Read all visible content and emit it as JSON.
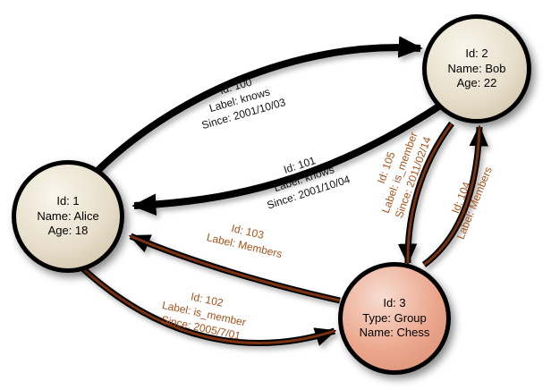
{
  "diagram": {
    "type": "property-graph",
    "background": "#ffffff",
    "colors": {
      "node_fill_tan": "#e7decb",
      "node_fill_pink": "#eba78d",
      "node_border": "#000000",
      "edge_knows": "#000000",
      "edge_member": "#7c3210",
      "label_knows": "#111111",
      "label_member": "#a8521a"
    }
  },
  "nodes": {
    "alice": {
      "lines": [
        "Id: 1",
        "Name: Alice",
        "Age: 18"
      ]
    },
    "bob": {
      "lines": [
        "Id: 2",
        "Name: Bob",
        "Age: 22"
      ]
    },
    "group": {
      "lines": [
        "Id: 3",
        "Type: Group",
        "Name: Chess"
      ]
    }
  },
  "edges": {
    "e100": {
      "from": "alice",
      "to": "bob",
      "lines": [
        "Id: 100",
        "Label: knows",
        "Since: 2001/10/03"
      ]
    },
    "e101": {
      "from": "bob",
      "to": "alice",
      "lines": [
        "Id: 101",
        "Label: knows",
        "Since: 2001/10/04"
      ]
    },
    "e102": {
      "from": "alice",
      "to": "group",
      "lines": [
        "Id: 102",
        "Label: is_member",
        "Since: 2005/7/01"
      ]
    },
    "e103": {
      "from": "group",
      "to": "alice",
      "lines": [
        "Id: 103",
        "Label: Members"
      ]
    },
    "e104": {
      "from": "group",
      "to": "bob",
      "lines": [
        "Id: 104",
        "Label: Members"
      ]
    },
    "e105": {
      "from": "bob",
      "to": "group",
      "lines": [
        "Id: 105",
        "Label: is_member",
        "Since: 2011/02/14"
      ]
    }
  }
}
